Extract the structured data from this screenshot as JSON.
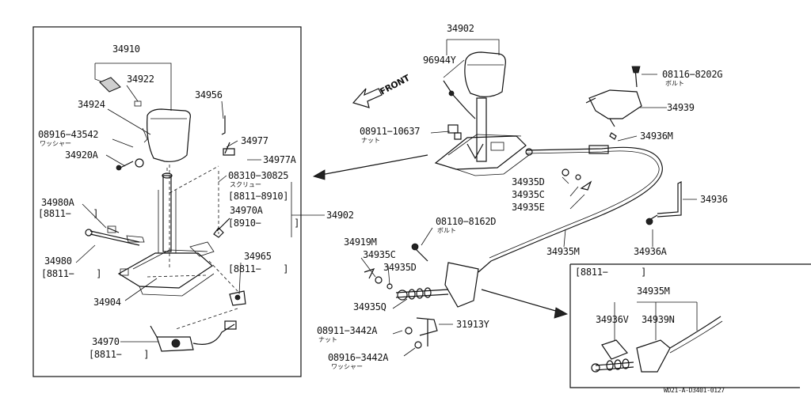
{
  "labels": {
    "p34910": "34910",
    "p34922": "34922",
    "p34924": "34924",
    "p08916_43542": "08916−43542",
    "washer_jp_1": "ワッシャー",
    "p34920A": "34920A",
    "p34956": "34956",
    "p34977": "34977",
    "p34977A": "34977A",
    "p08310_30825": "08310−30825",
    "screw_jp": "スクリュー",
    "range_8811_8910": "[8811−8910]",
    "p34970A": "34970A",
    "range_8910": "[8910−      ]",
    "p34980A": "34980A",
    "range_8811_a": "[8811−    ]",
    "p34980": "34980",
    "range_8811_b": "[8811−    ]",
    "p34965": "34965",
    "range_8811_c": "[8811−    ]",
    "p34904": "34904",
    "p34970": "34970",
    "range_8811_d": "[8811−    ]",
    "p34902_side": "34902",
    "p34902_top": "34902",
    "p96944Y": "96944Y",
    "front": "FRONT",
    "p08911_10637": "08911−10637",
    "nut_jp_1": "ナット",
    "p08116_8202G": "08116−8202G",
    "bolt_jp_1": "ボルト",
    "p34939": "34939",
    "p34936M": "34936M",
    "p34935D_r": "34935D",
    "p34935C_r": "34935C",
    "p34935E": "34935E",
    "p34936": "34936",
    "p08110_8162D": "08110−8162D",
    "bolt_jp_2": "ボルト",
    "p34919M": "34919M",
    "p34935C_l": "34935C",
    "p34935D_l": "34935D",
    "p34935M": "34935M",
    "p34936A": "34936A",
    "p34935Q": "34935Q",
    "p08911_3442A": "08911−3442A",
    "nut_jp_2": "ナット",
    "p31913Y": "31913Y",
    "p08916_3442A": "08916−3442A",
    "washer_jp_2": "ワッシャー",
    "inset_range": "[8811−      ]",
    "inset_34935M": "34935M",
    "inset_34936V": "34936V",
    "inset_34939N": "34939N",
    "diagram_code": "WD21-A-D3401-0127"
  }
}
